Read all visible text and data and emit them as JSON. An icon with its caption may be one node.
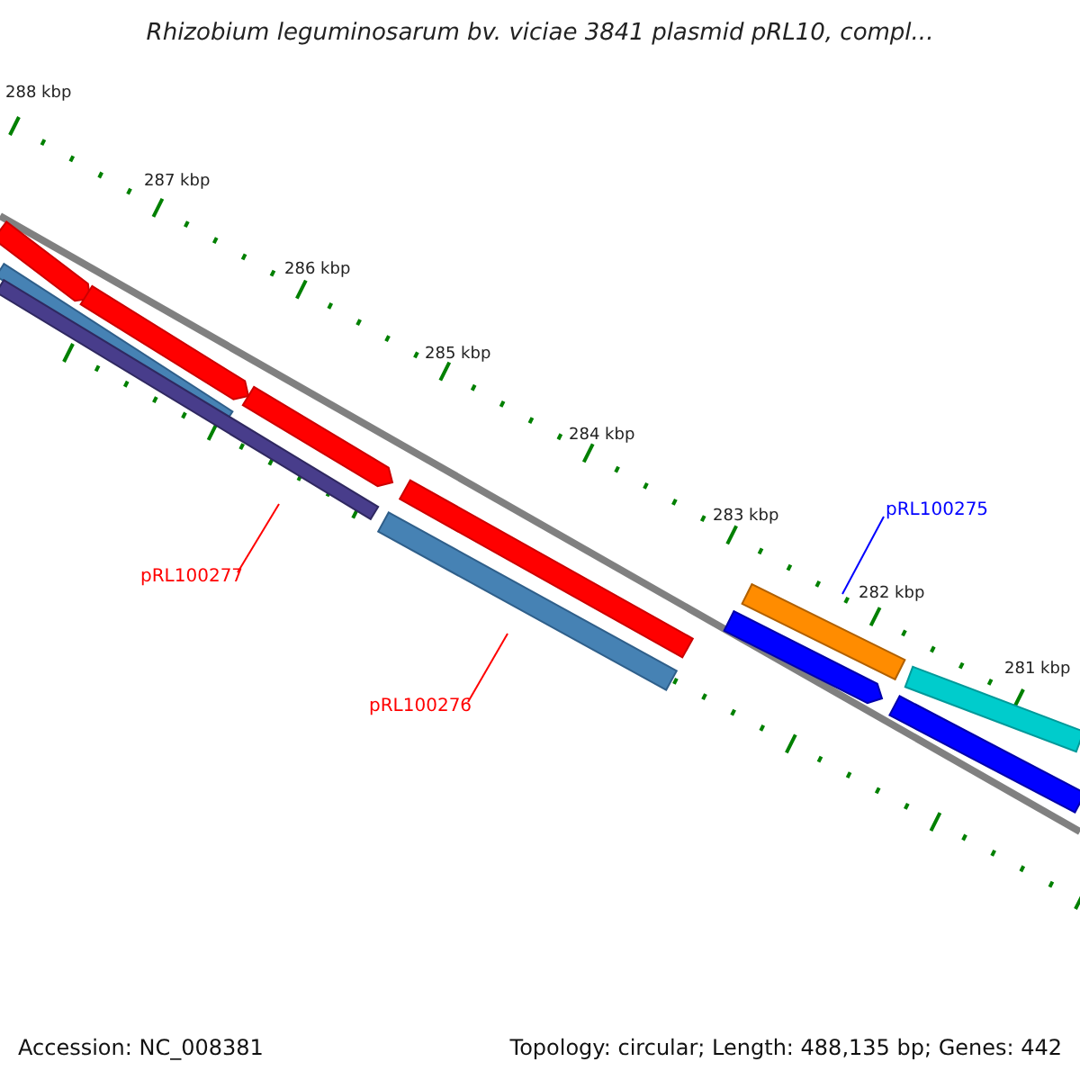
{
  "diagram": {
    "title": "Rhizobium leguminosarum bv. viciae 3841 plasmid pRL10, compl...",
    "nodes": [
      {
        "text": [
          "pRL100277"
        ]
      },
      {
        "text": [],
        "shape": "bar"
      },
      {
        "text": [
          "pRL100276"
        ]
      },
      {
        "text": [],
        "shape": "bar"
      },
      {
        "text": [
          "pRL100275"
        ]
      },
      {
        "text": [],
        "shape": "bar"
      }
    ],
    "edges": [
      {
        "from": 0,
        "to": 1,
        "arrow": "none"
      },
      {
        "from": 2,
        "to": 3,
        "arrow": "none"
      },
      {
        "from": 4,
        "to": 5,
        "arrow": "none",
        "color": "#0000ff"
      }
    ],
    "labels": [
      "288 kbp",
      "287 kbp",
      "286 kbp",
      "285 kbp",
      "284 kbp",
      "283 kbp",
      "282 kbp",
      "281 kbp",
      "Accession: NC_008381",
      "Topology: circular; Length: 488,135 bp; Genes: 442"
    ]
  }
}
